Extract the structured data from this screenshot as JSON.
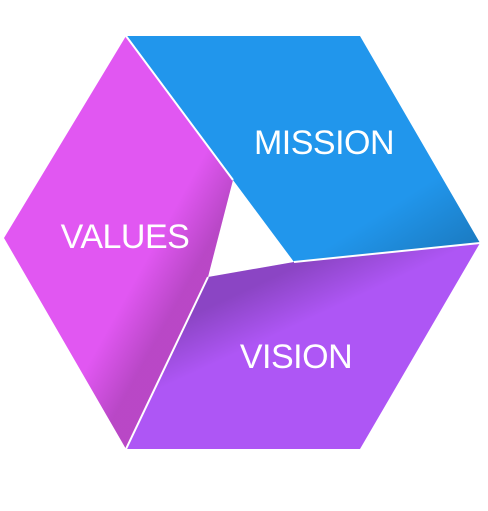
{
  "diagram": {
    "segments": [
      {
        "id": "mission",
        "label": "MISSION",
        "color": "#2196ec"
      },
      {
        "id": "values",
        "label": "VALUES",
        "color": "#e157f2"
      },
      {
        "id": "vision",
        "label": "VISION",
        "color": "#ae56f5"
      }
    ],
    "background": "#ffffff"
  }
}
